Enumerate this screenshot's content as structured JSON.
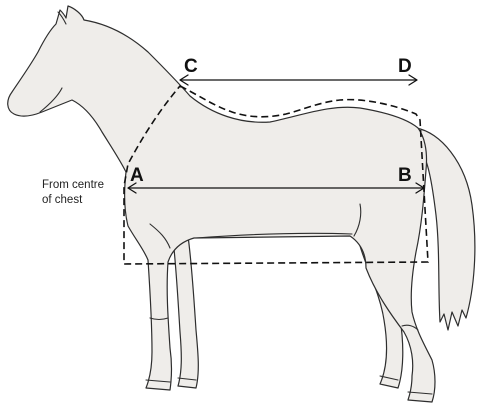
{
  "labels": {
    "point_a": "A",
    "point_b": "B",
    "point_c": "C",
    "point_d": "D"
  },
  "note": {
    "line1": "From centre",
    "line2": "of chest"
  },
  "colors": {
    "horse_fill": "#efedea",
    "outline": "#2e2e2e",
    "measure_lines": "#111111",
    "background": "#ffffff"
  }
}
